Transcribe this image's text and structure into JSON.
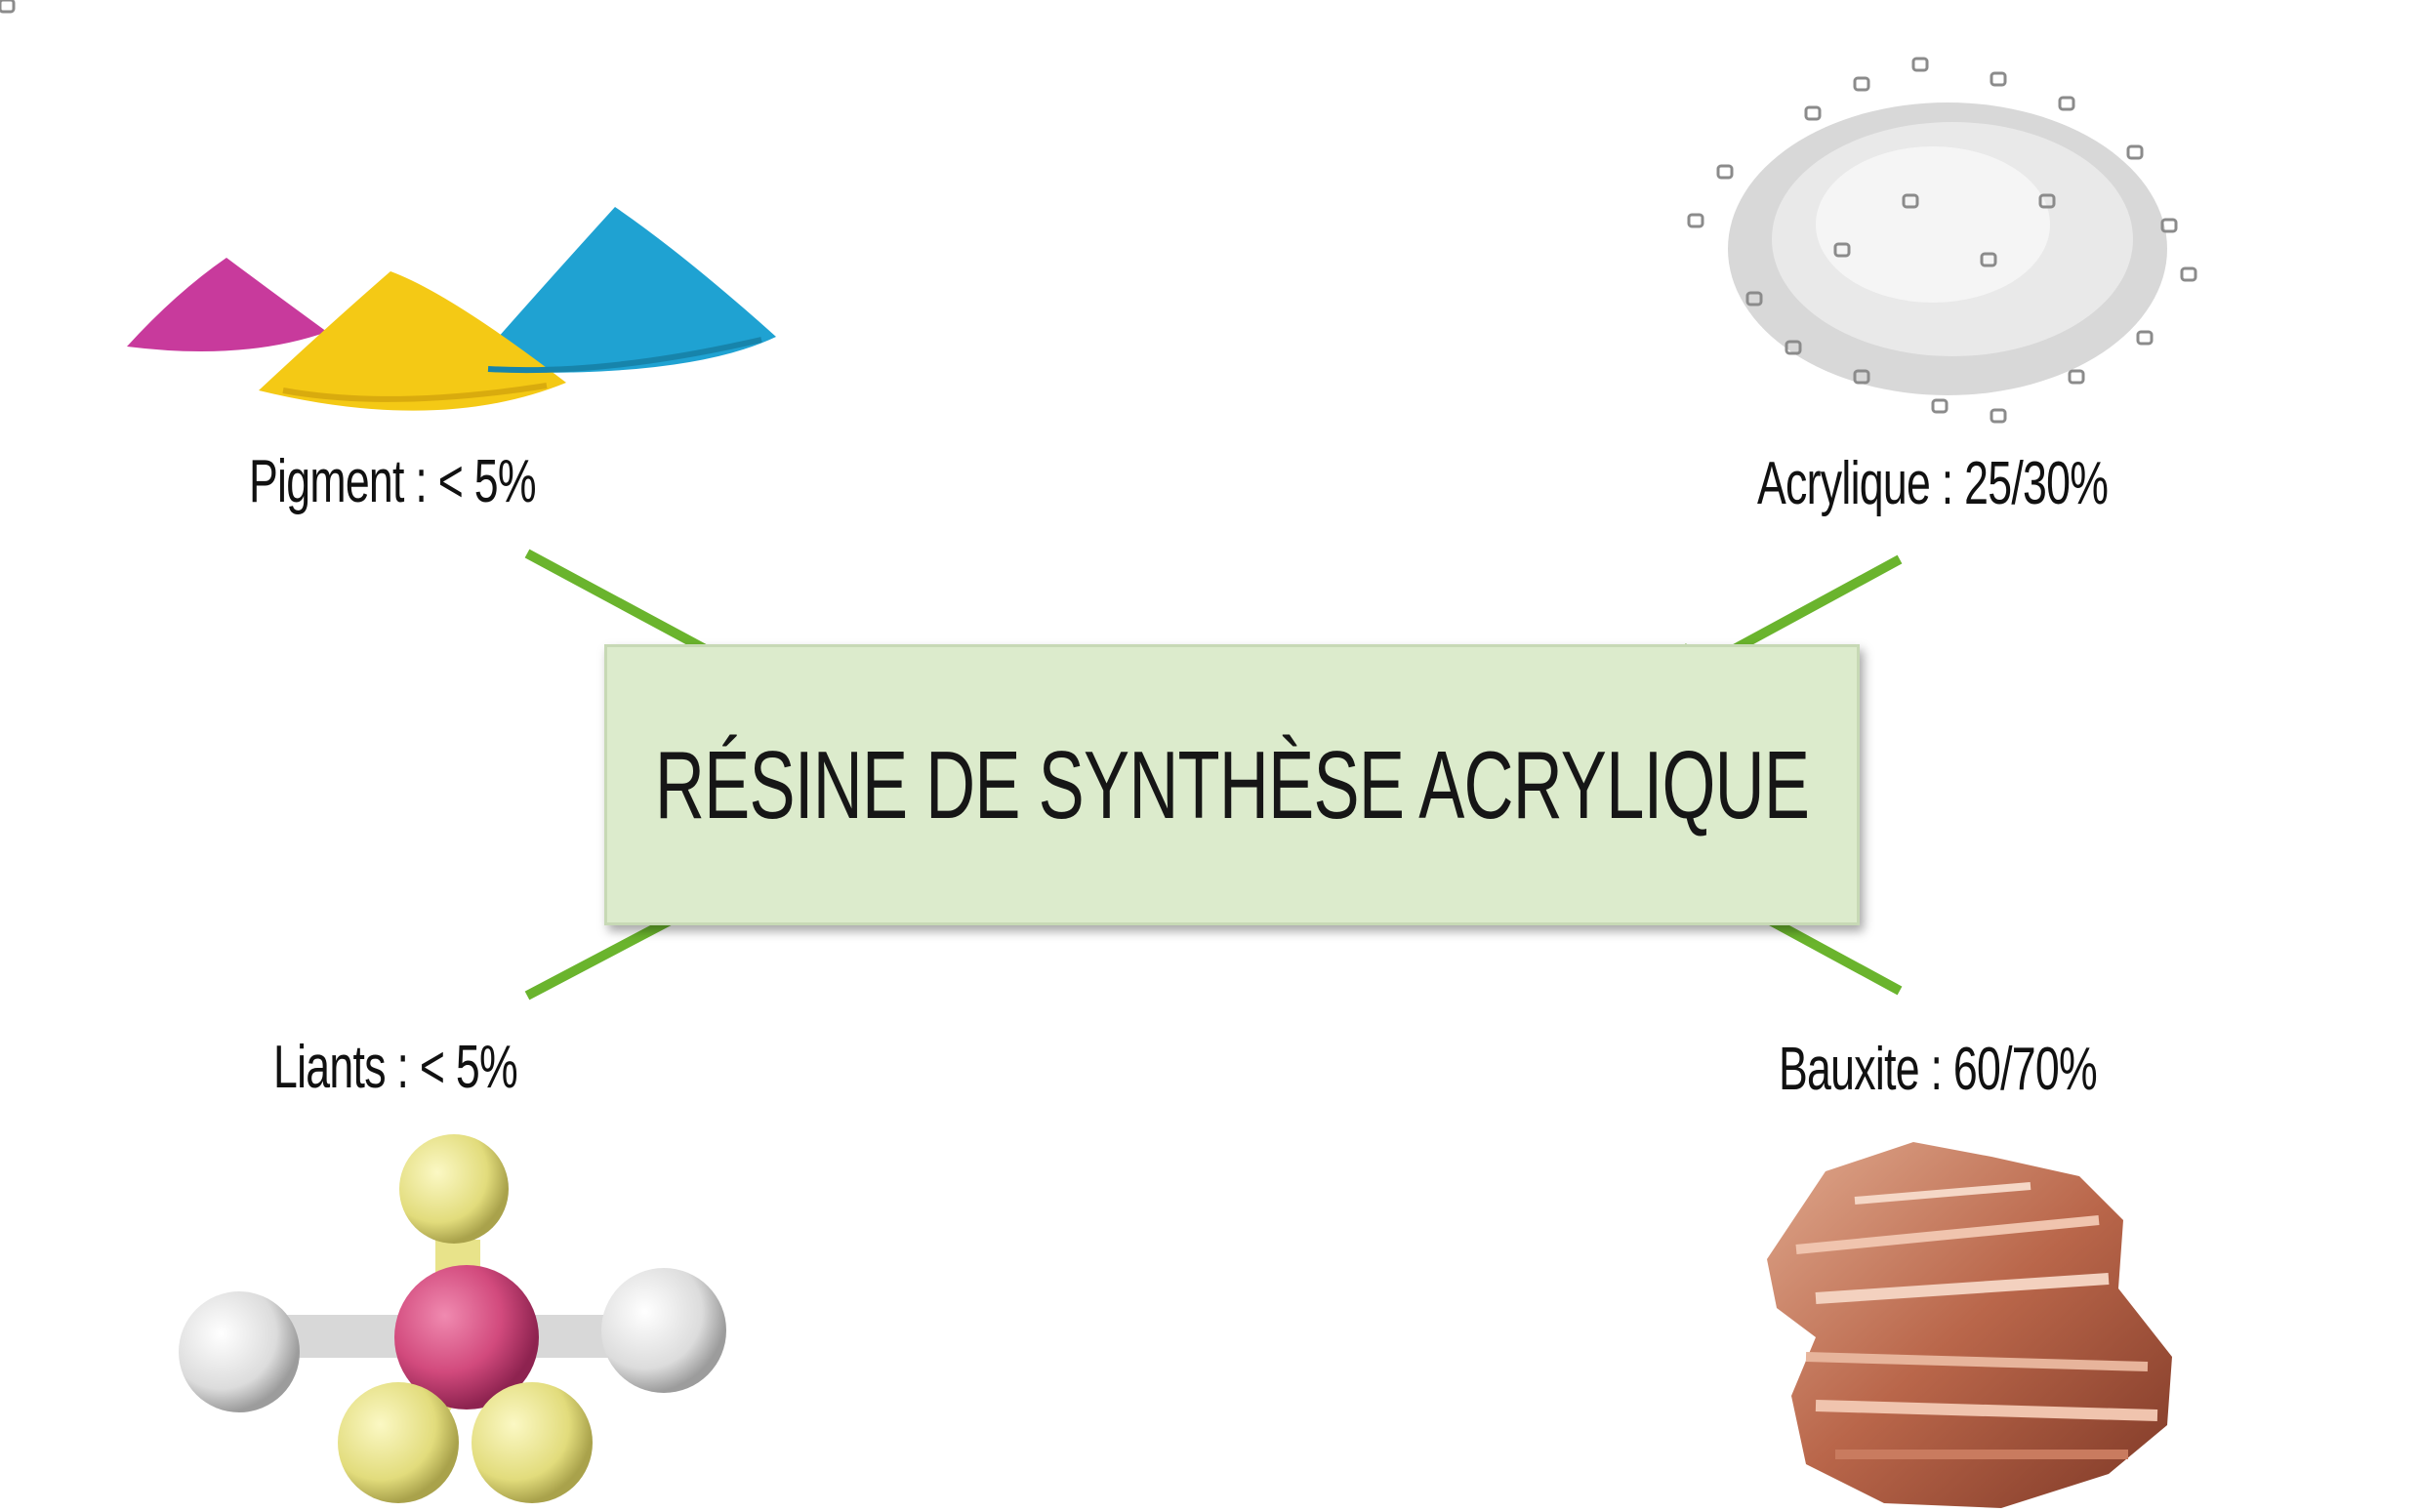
{
  "center": {
    "title": "RÉSINE DE SYNTHÈSE ACRYLIQUE"
  },
  "components": {
    "pigment": {
      "label": "Pigment : < 5%"
    },
    "acrylique": {
      "label": "Acrylique : 25/30%"
    },
    "liants": {
      "label": "Liants : < 5%"
    },
    "bauxite": {
      "label": "Bauxite : 60/70%"
    }
  },
  "colors": {
    "arrow": "#6ab42d",
    "box_fill": "#dcebcc",
    "pigment_magenta": "#c83a9c",
    "pigment_yellow": "#f4c915",
    "pigment_cyan": "#1fa2d2",
    "molecule_center": "#d24a7d",
    "molecule_yellow": "#e8e38a",
    "molecule_white": "#eeeeee",
    "bauxite": "#b9664a"
  },
  "icons": [
    "pigment-powder-icon",
    "acrylic-granules-icon",
    "molecule-icon",
    "bauxite-rock-icon"
  ]
}
